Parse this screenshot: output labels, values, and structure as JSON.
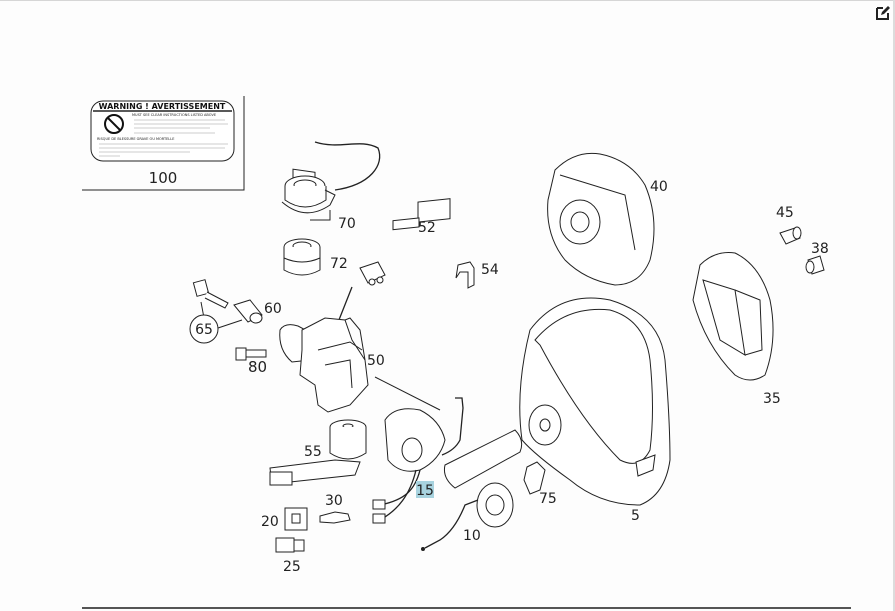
{
  "toolbar": {
    "edit_icon": "edit-icon"
  },
  "diagram": {
    "warning_label": {
      "title": "WARNING ! AVERTISSEMENT",
      "line1": "MUST SEE CLEAR INSTRUCTIONS LISTED ABOVE",
      "line2": "RISQUE DE BLESSURE GRAVE OU MORTELLE",
      "part_number": "100"
    },
    "highlight_color": "#a8d3df",
    "parts": [
      {
        "id": "100",
        "label": "100"
      },
      {
        "id": "70",
        "label": "70"
      },
      {
        "id": "72",
        "label": "72"
      },
      {
        "id": "52",
        "label": "52"
      },
      {
        "id": "54",
        "label": "54"
      },
      {
        "id": "40",
        "label": "40"
      },
      {
        "id": "45",
        "label": "45"
      },
      {
        "id": "38",
        "label": "38"
      },
      {
        "id": "65",
        "label": "65"
      },
      {
        "id": "60",
        "label": "60"
      },
      {
        "id": "80",
        "label": "80"
      },
      {
        "id": "50",
        "label": "50"
      },
      {
        "id": "35",
        "label": "35"
      },
      {
        "id": "55",
        "label": "55"
      },
      {
        "id": "15",
        "label": "15",
        "highlighted": true
      },
      {
        "id": "75",
        "label": "75"
      },
      {
        "id": "5",
        "label": "5"
      },
      {
        "id": "30",
        "label": "30"
      },
      {
        "id": "20",
        "label": "20"
      },
      {
        "id": "10",
        "label": "10"
      },
      {
        "id": "25",
        "label": "25"
      }
    ]
  }
}
